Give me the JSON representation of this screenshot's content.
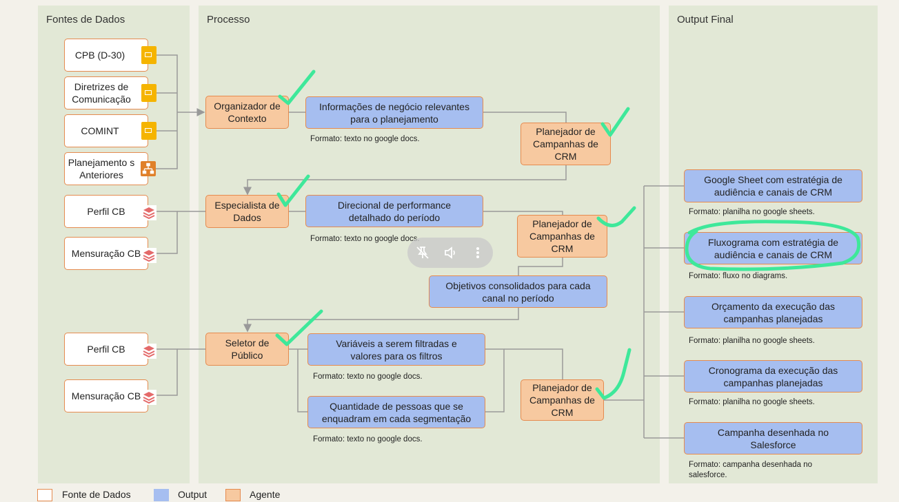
{
  "lanes": {
    "sources": "Fontes de Dados",
    "process": "Processo",
    "output": "Output Final"
  },
  "sources": {
    "cpb": "CPB (D-30)",
    "diretrizes": "Diretrizes de Comunicação",
    "comint": "COMINT",
    "planejamentos": "Planejamento s Anteriores",
    "perfil1": "Perfil CB",
    "mensuracao1": "Mensuração CB",
    "perfil2": "Perfil CB",
    "mensuracao2": "Mensuração CB"
  },
  "agents": {
    "organizador": "Organizador de Contexto",
    "especialista": "Especialista de Dados",
    "seletor": "Seletor de Público",
    "planejador1": "Planejador de Campanhas de CRM",
    "planejador2": "Planejador de Campanhas de CRM",
    "planejador3": "Planejador de Campanhas de CRM"
  },
  "process_outputs": {
    "informacoes": "Informações de negócio relevantes para o planejamento",
    "informacoes_fmt": "Formato: texto no google docs.",
    "direcional": "Direcional de performance detalhado do período",
    "direcional_fmt": "Formato: texto no google docs.",
    "objetivos": "Objetivos consolidados para cada canal no período",
    "variaveis": "Variáveis a serem filtradas e valores para os filtros",
    "variaveis_fmt": "Formato: texto no google docs.",
    "quantidade": "Quantidade de pessoas que se enquadram em cada segmentação",
    "quantidade_fmt": "Formato: texto no google docs."
  },
  "final_outputs": {
    "sheet": "Google Sheet com estratégia de audiência e canais de CRM",
    "sheet_fmt": "Formato: planilha no google sheets.",
    "fluxograma": "Fluxograma com estratégia de audiência e canais de CRM",
    "fluxograma_fmt": "Formato: fluxo no diagrams.",
    "orcamento": "Orçamento da execução das campanhas planejadas",
    "orcamento_fmt": "Formato: planilha no google sheets.",
    "cronograma": "Cronograma da execução das campanhas planejadas",
    "cronograma_fmt": "Formato: planilha no google sheets.",
    "campanha": "Campanha desenhada no Salesforce",
    "campanha_fmt": "Formato: campanha desenhada no salesforce."
  },
  "legend": {
    "fonte": "Fonte de Dados",
    "output": "Output",
    "agente": "Agente"
  },
  "colors": {
    "lane": "#e2e8d6",
    "agent": "#f7c9a0",
    "output": "#a6bef0",
    "border": "#e58a4e",
    "annotation": "#3ee89a"
  },
  "icons": [
    "google-slides-icon",
    "org-chart-icon",
    "database-stack-icon",
    "pin-off-icon",
    "volume-icon",
    "more-vertical-icon"
  ]
}
